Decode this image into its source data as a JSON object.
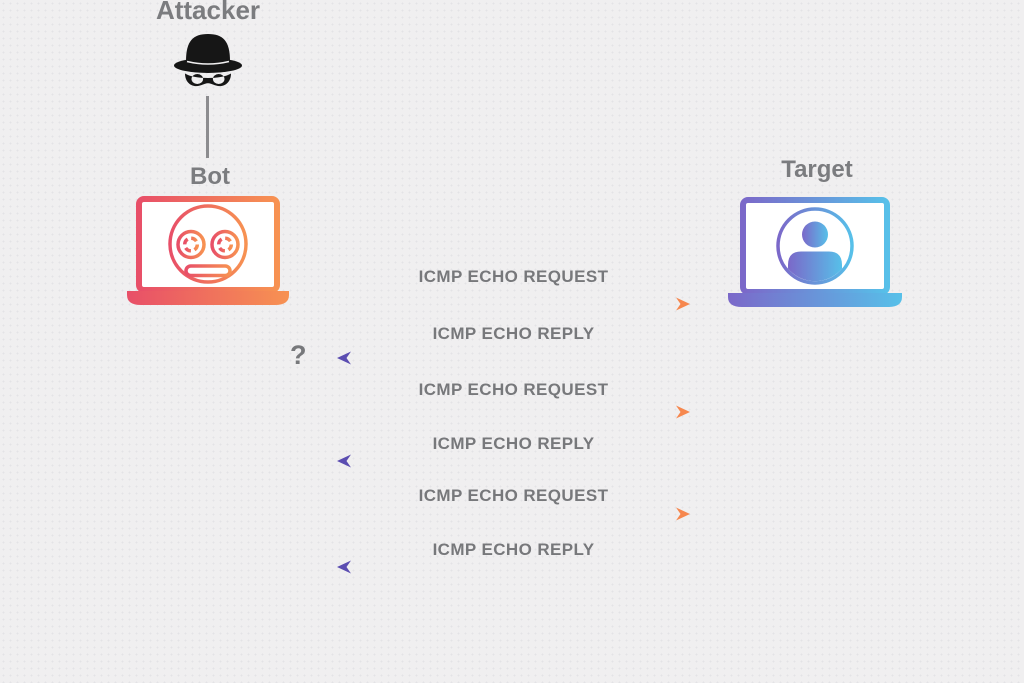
{
  "nodes": {
    "attacker": {
      "label": "Attacker",
      "icon": "spy-icon"
    },
    "bot": {
      "label": "Bot",
      "icon": "bot-laptop-icon"
    },
    "target": {
      "label": "Target",
      "icon": "user-laptop-icon"
    }
  },
  "unknown_marker": "?",
  "messages": [
    {
      "label": "ICMP ECHO REQUEST",
      "direction": "right"
    },
    {
      "label": "ICMP ECHO REPLY",
      "direction": "left"
    },
    {
      "label": "ICMP ECHO REQUEST",
      "direction": "right"
    },
    {
      "label": "ICMP ECHO REPLY",
      "direction": "left"
    },
    {
      "label": "ICMP ECHO REQUEST",
      "direction": "right"
    },
    {
      "label": "ICMP ECHO REPLY",
      "direction": "left"
    }
  ],
  "colors": {
    "background": "#f0eff0",
    "label_text": "#77787b",
    "node_label_text": "#7b7c7f",
    "request_gradient": [
      "#ef5165",
      "#f79050"
    ],
    "reply_gradient": [
      "#5e50b4",
      "#5dc2ee"
    ],
    "bot_gradient": [
      "#e84f68",
      "#f79252"
    ],
    "target_gradient": [
      "#7b68c9",
      "#57c0e9"
    ],
    "attacker_icon": "#161616"
  }
}
